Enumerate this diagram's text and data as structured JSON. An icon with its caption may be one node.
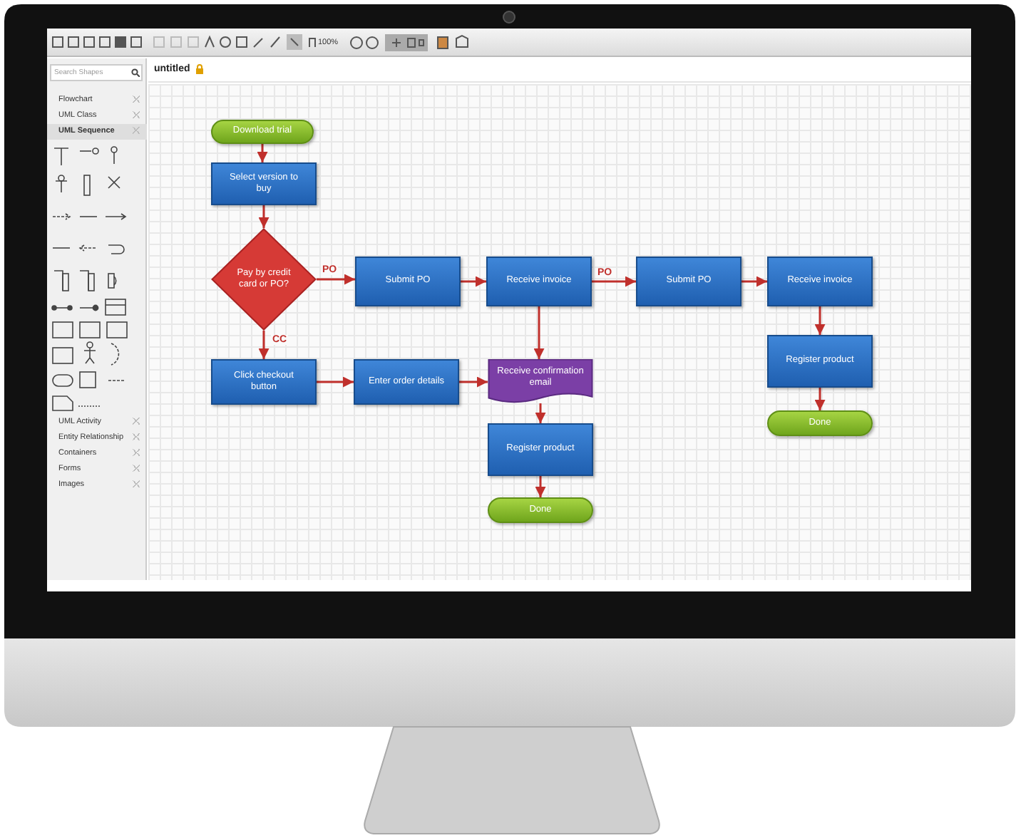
{
  "diagram": {
    "nodes": [
      {
        "text": [
          "Download trial"
        ]
      },
      {
        "text": [
          "Select version to buy"
        ]
      },
      {
        "text": [
          "Pay by credit card or PO?"
        ]
      },
      {
        "text": [
          "Submit PO"
        ]
      },
      {
        "text": [
          "Receive invoice"
        ]
      },
      {
        "text": [
          "Submit PO"
        ]
      },
      {
        "text": [
          "Receive invoice"
        ]
      },
      {
        "text": [
          "Click checkout button"
        ]
      },
      {
        "text": [
          "Enter order details"
        ]
      },
      {
        "text": [
          "Receive confirmation email"
        ]
      },
      {
        "text": [
          "Register product"
        ]
      },
      {
        "text": [
          "Done"
        ]
      },
      {
        "text": [
          "Register product"
        ]
      },
      {
        "text": [
          "Done"
        ]
      }
    ],
    "edges": [
      {
        "from": 0,
        "to": 1,
        "arrow": "to"
      },
      {
        "from": 1,
        "to": 2,
        "arrow": "to"
      },
      {
        "from": 2,
        "to": 3,
        "arrow": "to",
        "label": "PO"
      },
      {
        "from": 3,
        "to": 4,
        "arrow": "to"
      },
      {
        "from": 4,
        "to": 5,
        "arrow": "to",
        "label": "PO"
      },
      {
        "from": 5,
        "to": 6,
        "arrow": "to"
      },
      {
        "from": 2,
        "to": 7,
        "arrow": "to",
        "label": "CC"
      },
      {
        "from": 7,
        "to": 8,
        "arrow": "to"
      },
      {
        "from": 8,
        "to": 9,
        "arrow": "to"
      },
      {
        "from": 4,
        "to": 9,
        "arrow": "to"
      },
      {
        "from": 9,
        "to": 10,
        "arrow": "to"
      },
      {
        "from": 10,
        "to": 11,
        "arrow": "to"
      },
      {
        "from": 6,
        "to": 12,
        "arrow": "to"
      },
      {
        "from": 12,
        "to": 13,
        "arrow": "to"
      }
    ],
    "labels": [
      "100%",
      "Search Shapes",
      "Flowchart",
      "UML Class",
      "UML Sequence",
      "UML Activity",
      "Entity Relationship",
      "Containers",
      "Forms",
      "Images",
      "untitled"
    ]
  }
}
